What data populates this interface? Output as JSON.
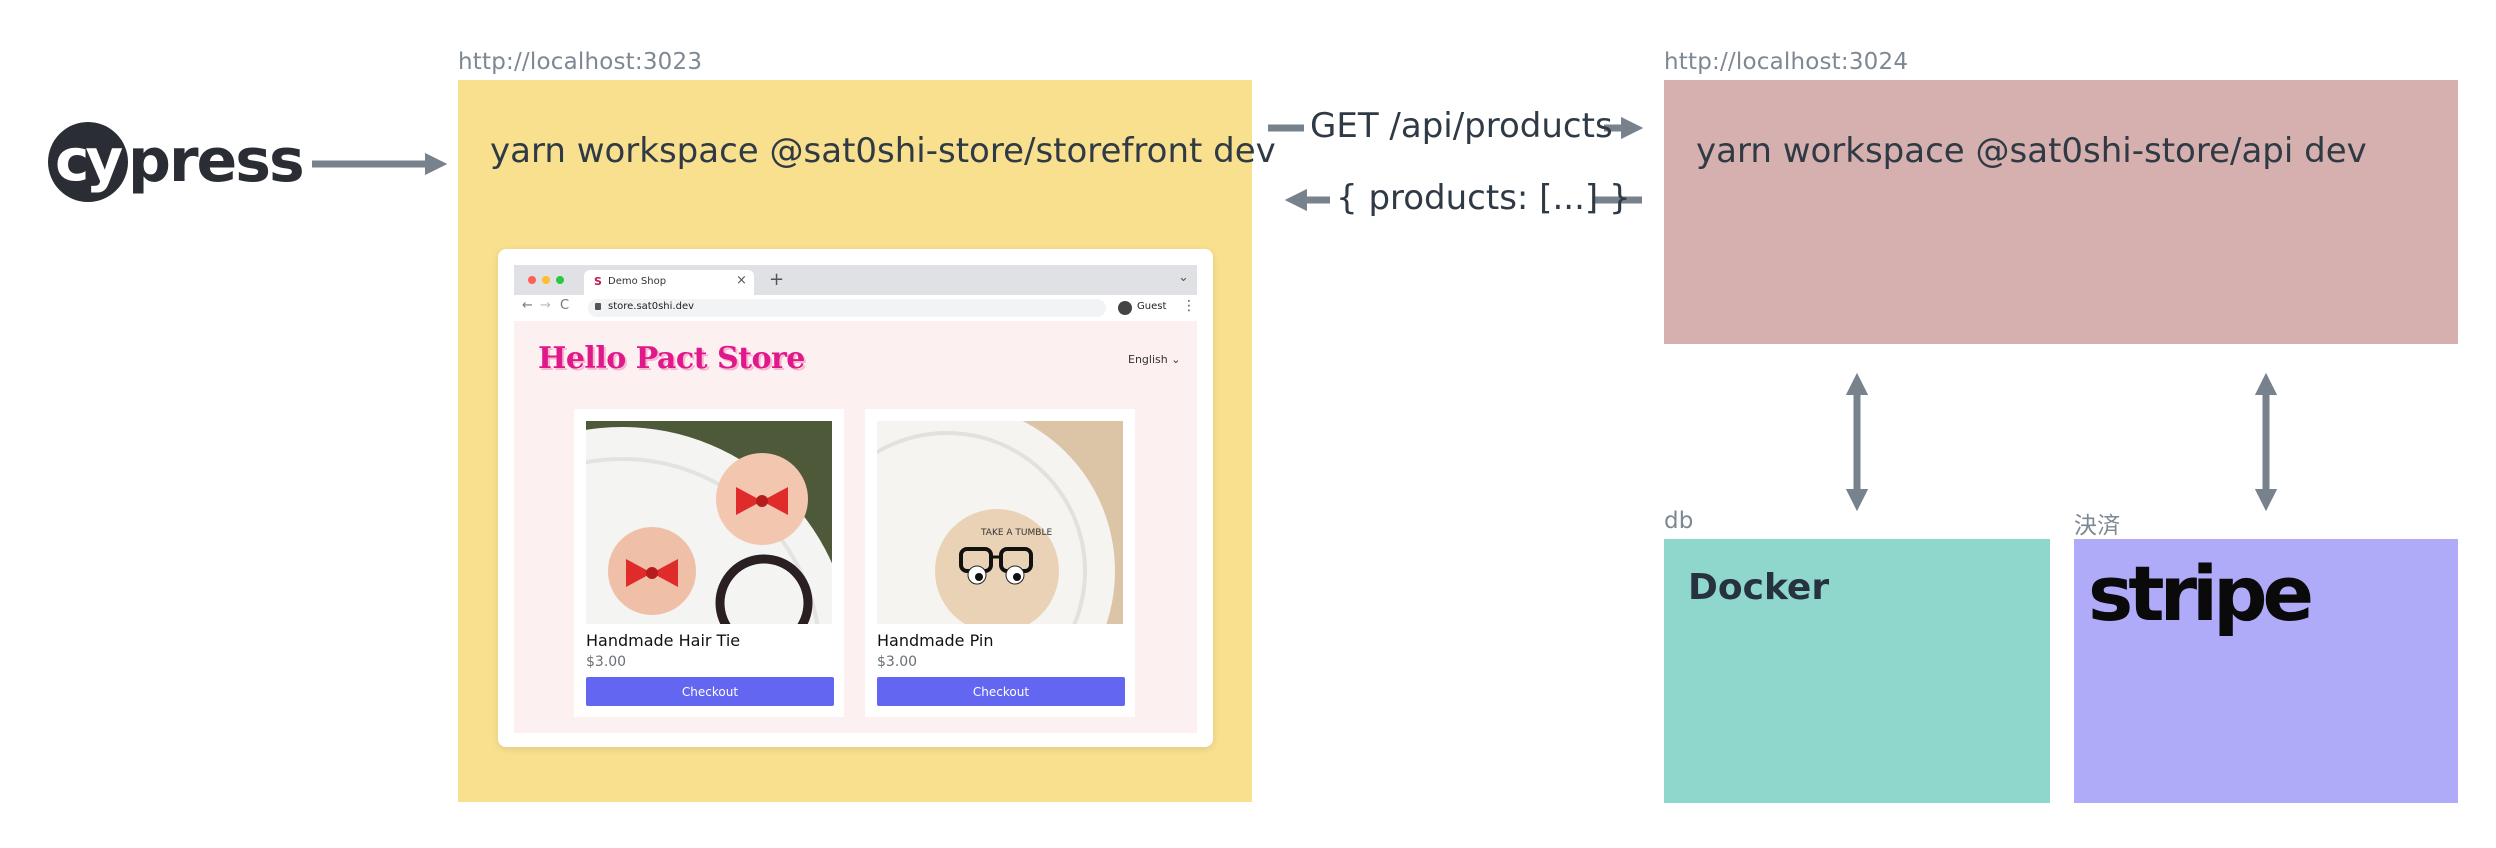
{
  "cypress_logo": {
    "letters": "cy",
    "rest": "press"
  },
  "storefront": {
    "url": "http://localhost:3023",
    "command": "yarn workspace @sat0shi-store/storefront dev"
  },
  "api": {
    "url": "http://localhost:3024",
    "command": "yarn workspace @sat0shi-store/api dev"
  },
  "requests": {
    "request_label": "GET /api/products",
    "response_label": "{ products: [...] }"
  },
  "db": {
    "label": "db",
    "logo_text": "Docker"
  },
  "payment": {
    "label": "決済",
    "logo_text": "stripe"
  },
  "browser": {
    "tab_icon": "S",
    "tab_title": "Demo Shop",
    "tab_close": "×",
    "new_tab": "+",
    "tab_menu": "⌄",
    "nav_back": "←",
    "nav_forward": "→",
    "nav_reload": "C",
    "address": "store.sat0shi.dev",
    "profile": "Guest",
    "menu": "⋮",
    "store_title": "Hello Pact Store",
    "language": "English ⌄",
    "products": [
      {
        "name": "Handmade Hair Tie",
        "price": "$3.00",
        "button": "Checkout"
      },
      {
        "name": "Handmade Pin",
        "price": "$3.00",
        "button": "Checkout",
        "pin_text": "TAKE A TUMBLE"
      }
    ]
  },
  "colors": {
    "storefront_box": "#f9e08f",
    "api_box": "#d6b0ae",
    "db_box": "#8fd7cd",
    "payment_box": "#b0abf9",
    "arrow": "#77828d",
    "checkout_button": "#6366f1",
    "store_title": "#e0198a"
  }
}
